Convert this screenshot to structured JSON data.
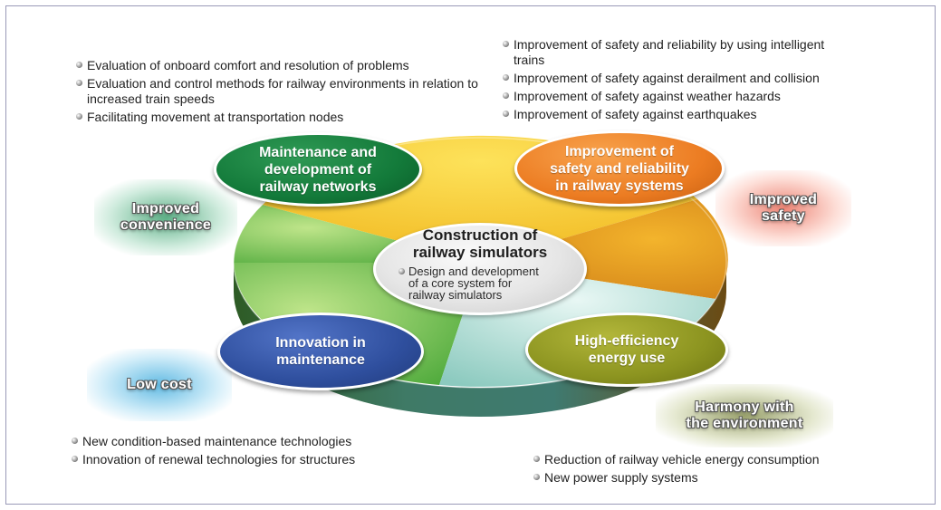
{
  "colors": {
    "disk_green": "#7cc75a",
    "disk_yellow": "#f3c21d",
    "disk_orange": "#e2921d",
    "disk_cyan": "#9fd6cf",
    "disk_side": "#5e7d3a",
    "frame": "#9a9ab8"
  },
  "center": {
    "title": "Construction of\nrailway simulators",
    "subtitle": "Design and development\nof a core system for\nrailway simulators"
  },
  "themes": [
    {
      "label": "Maintenance and\ndevelopment of\nrailway networks",
      "color": "green"
    },
    {
      "label": "Improvement of\nsafety and reliability\nin railway systems",
      "color": "orange"
    },
    {
      "label": "Innovation in\nmaintenance",
      "color": "blue"
    },
    {
      "label": "High-efficiency\nenergy use",
      "color": "olive"
    }
  ],
  "goals": [
    {
      "label": "Improved\nconvenience",
      "color": "green"
    },
    {
      "label": "Improved\nsafety",
      "color": "red"
    },
    {
      "label": "Low cost",
      "color": "cyan"
    },
    {
      "label": "Harmony with\nthe environment",
      "color": "olive"
    }
  ],
  "lists": {
    "top_left": [
      "Evaluation of onboard comfort and resolution of problems",
      "Evaluation and control methods for railway environments in relation to increased train speeds",
      "Facilitating movement at transportation nodes"
    ],
    "top_right": [
      "Improvement of safety and reliability by using intelligent trains",
      "Improvement of safety against derailment and collision",
      "Improvement of safety against weather hazards",
      "Improvement of safety against earthquakes"
    ],
    "bottom_left": [
      "New condition-based maintenance technologies",
      "Innovation of renewal technologies for structures"
    ],
    "bottom_right": [
      "Reduction of railway vehicle energy consumption",
      "New power supply systems"
    ]
  }
}
